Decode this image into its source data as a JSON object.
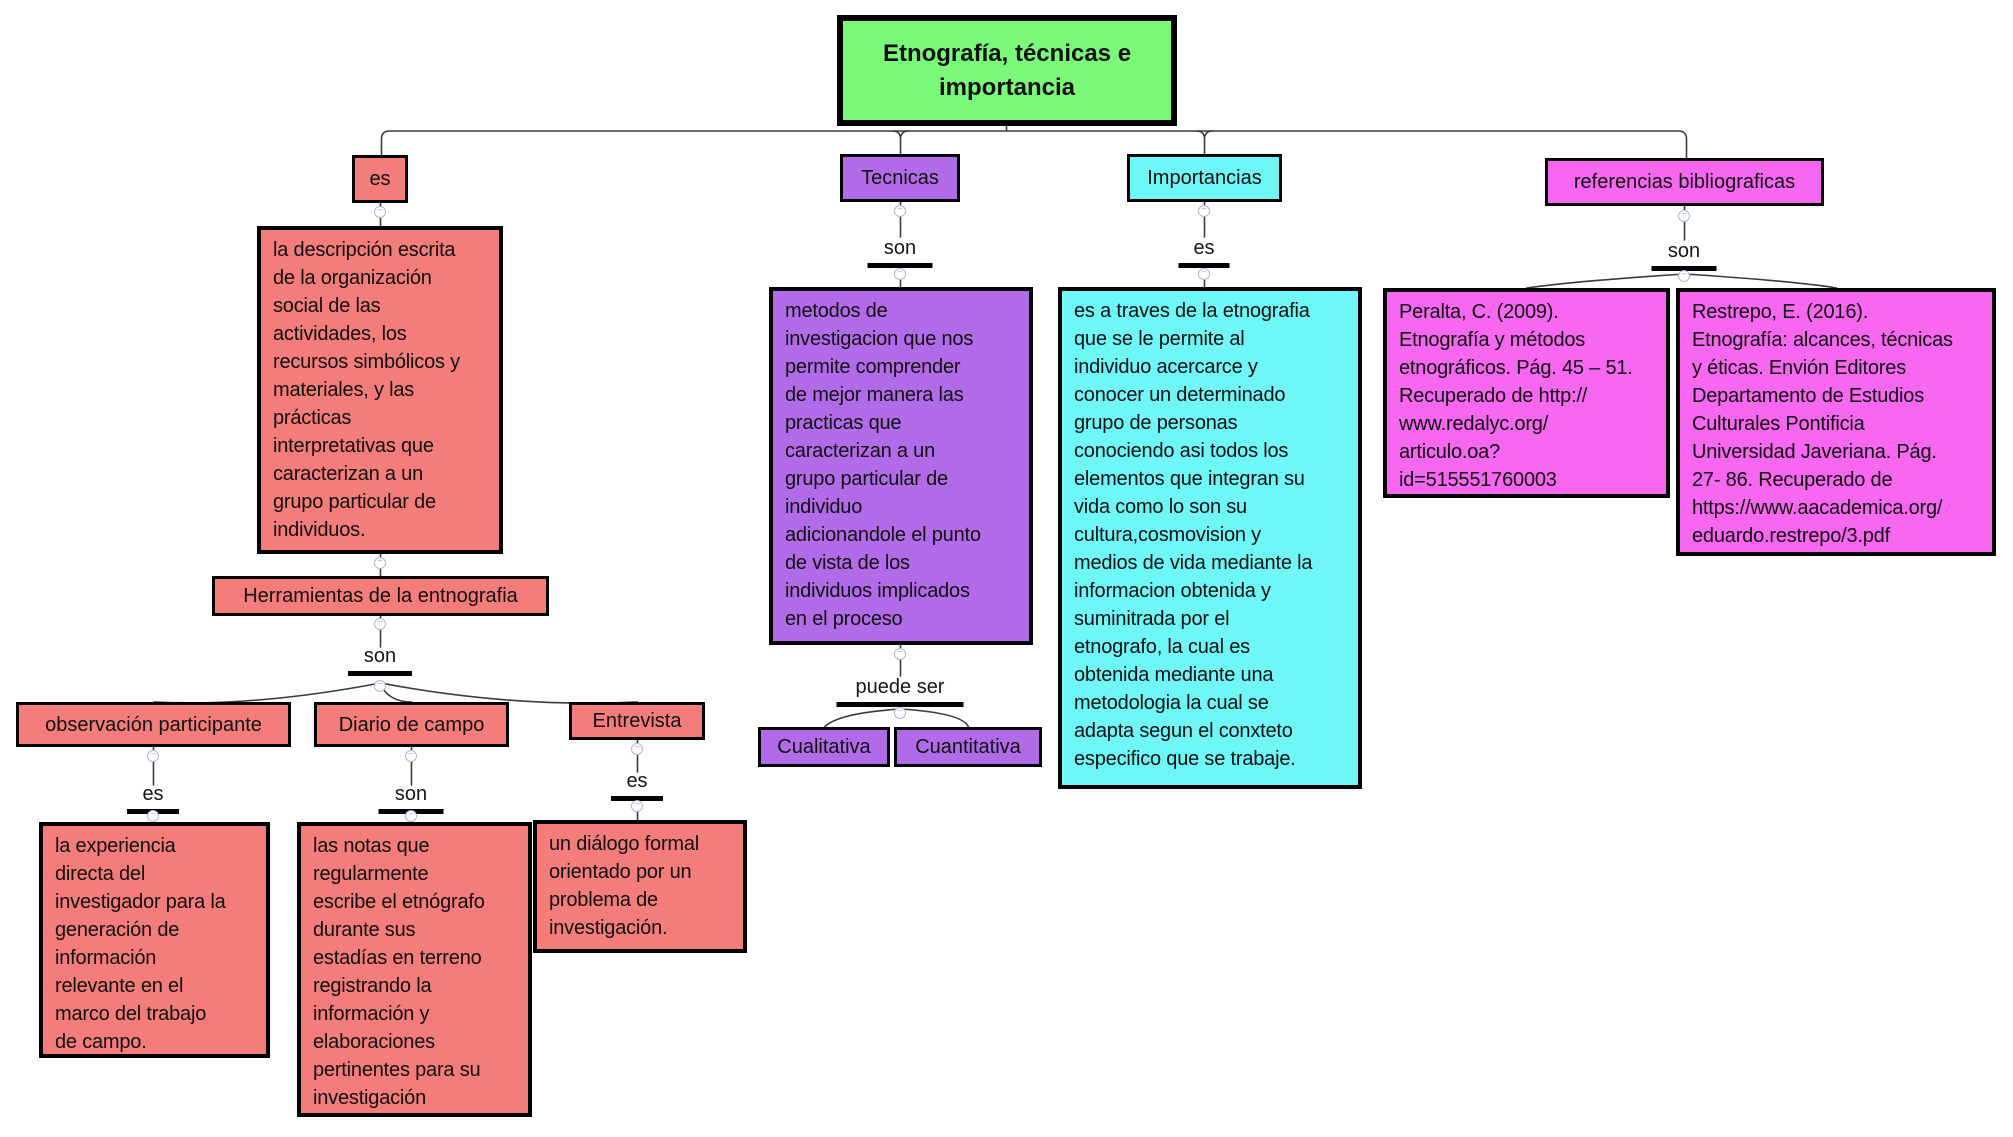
{
  "icons": {
    "collapse": "−"
  },
  "colors": {
    "green": "#7BF97B",
    "salmon": "#F47C7A",
    "purple": "#B26BE8",
    "cyan": "#6FF6F7",
    "magenta": "#F767EF",
    "line": "#3b3b3b",
    "toggle": "#A9B7DF"
  },
  "map": {
    "title": "Etnografía, técnicas e importancia",
    "es_branch": {
      "linker_top": "es",
      "definition": "la descripción escrita\nde la organización\nsocial de las\nactividades, los\nrecursos simbólicos y\nmateriales, y las\nprácticas\ninterpretativas que\ncaracterizan a un\ngrupo particular de\nindividuos.",
      "herramientas_label": "Herramientas de la entnografia",
      "linker_son": "son",
      "obs": {
        "label": "observación participante",
        "linker": "es",
        "text": "la experiencia\ndirecta del\ninvestigador para la\ngeneración de\ninformación\nrelevante en el\nmarco del trabajo\nde campo."
      },
      "diario": {
        "label": "Diario de campo",
        "linker": "son",
        "text": "las notas que\nregularmente\nescribe el etnógrafo\ndurante sus\nestadías en terreno\nregistrando la\ninformación y\nelaboraciones\npertinentes para su\ninvestigación"
      },
      "entrevista": {
        "label": "Entrevista",
        "linker": "es",
        "text": "un diálogo formal\norientado por un\nproblema de\ninvestigación."
      }
    },
    "tecnicas_branch": {
      "label": "Tecnicas",
      "linker": "son",
      "text": "metodos de\ninvestigacion que nos\npermite comprender\nde mejor manera las\npracticas  que\ncaracterizan a un\ngrupo particular de\nindividuo\nadicionandole el punto\nde vista de los\nindividuos implicados\nen el proceso",
      "linker_puede_ser": "puede ser",
      "cualitativa_label": "Cualitativa",
      "cuantitativa_label": "Cuantitativa"
    },
    "importancias_branch": {
      "label": "Importancias",
      "linker": "es",
      "text": "es a traves de la etnografia\nque se le permite al\nindividuo acercarce y\nconocer un determinado\ngrupo de personas\nconociendo asi todos los\nelementos que integran su\nvida como lo son su\ncultura,cosmovision y\nmedios de vida mediante la\ninformacion obtenida y\nsuminitrada por el\netnografo, la cual es\nobtenida mediante una\nmetodologia la cual se\nadapta segun el conxteto\nespecifico que se trabaje."
    },
    "referencias_branch": {
      "label": "referencias bibliograficas",
      "linker": "son",
      "peralta": "Peralta, C. (2009).\nEtnografía y métodos\netnográficos. Pág. 45 – 51.\nRecuperado de http://\nwww.redalyc.org/\narticulo.oa?\nid=515551760003",
      "restrepo": "Restrepo, E. (2016).\nEtnografía: alcances, técnicas\ny éticas. Envión Editores\nDepartamento de Estudios\nCulturales Pontificia\nUniversidad Javeriana. Pág.\n27- 86. Recuperado de\nhttps://www.aacademica.org/\neduardo.restrepo/3.pdf"
    }
  }
}
